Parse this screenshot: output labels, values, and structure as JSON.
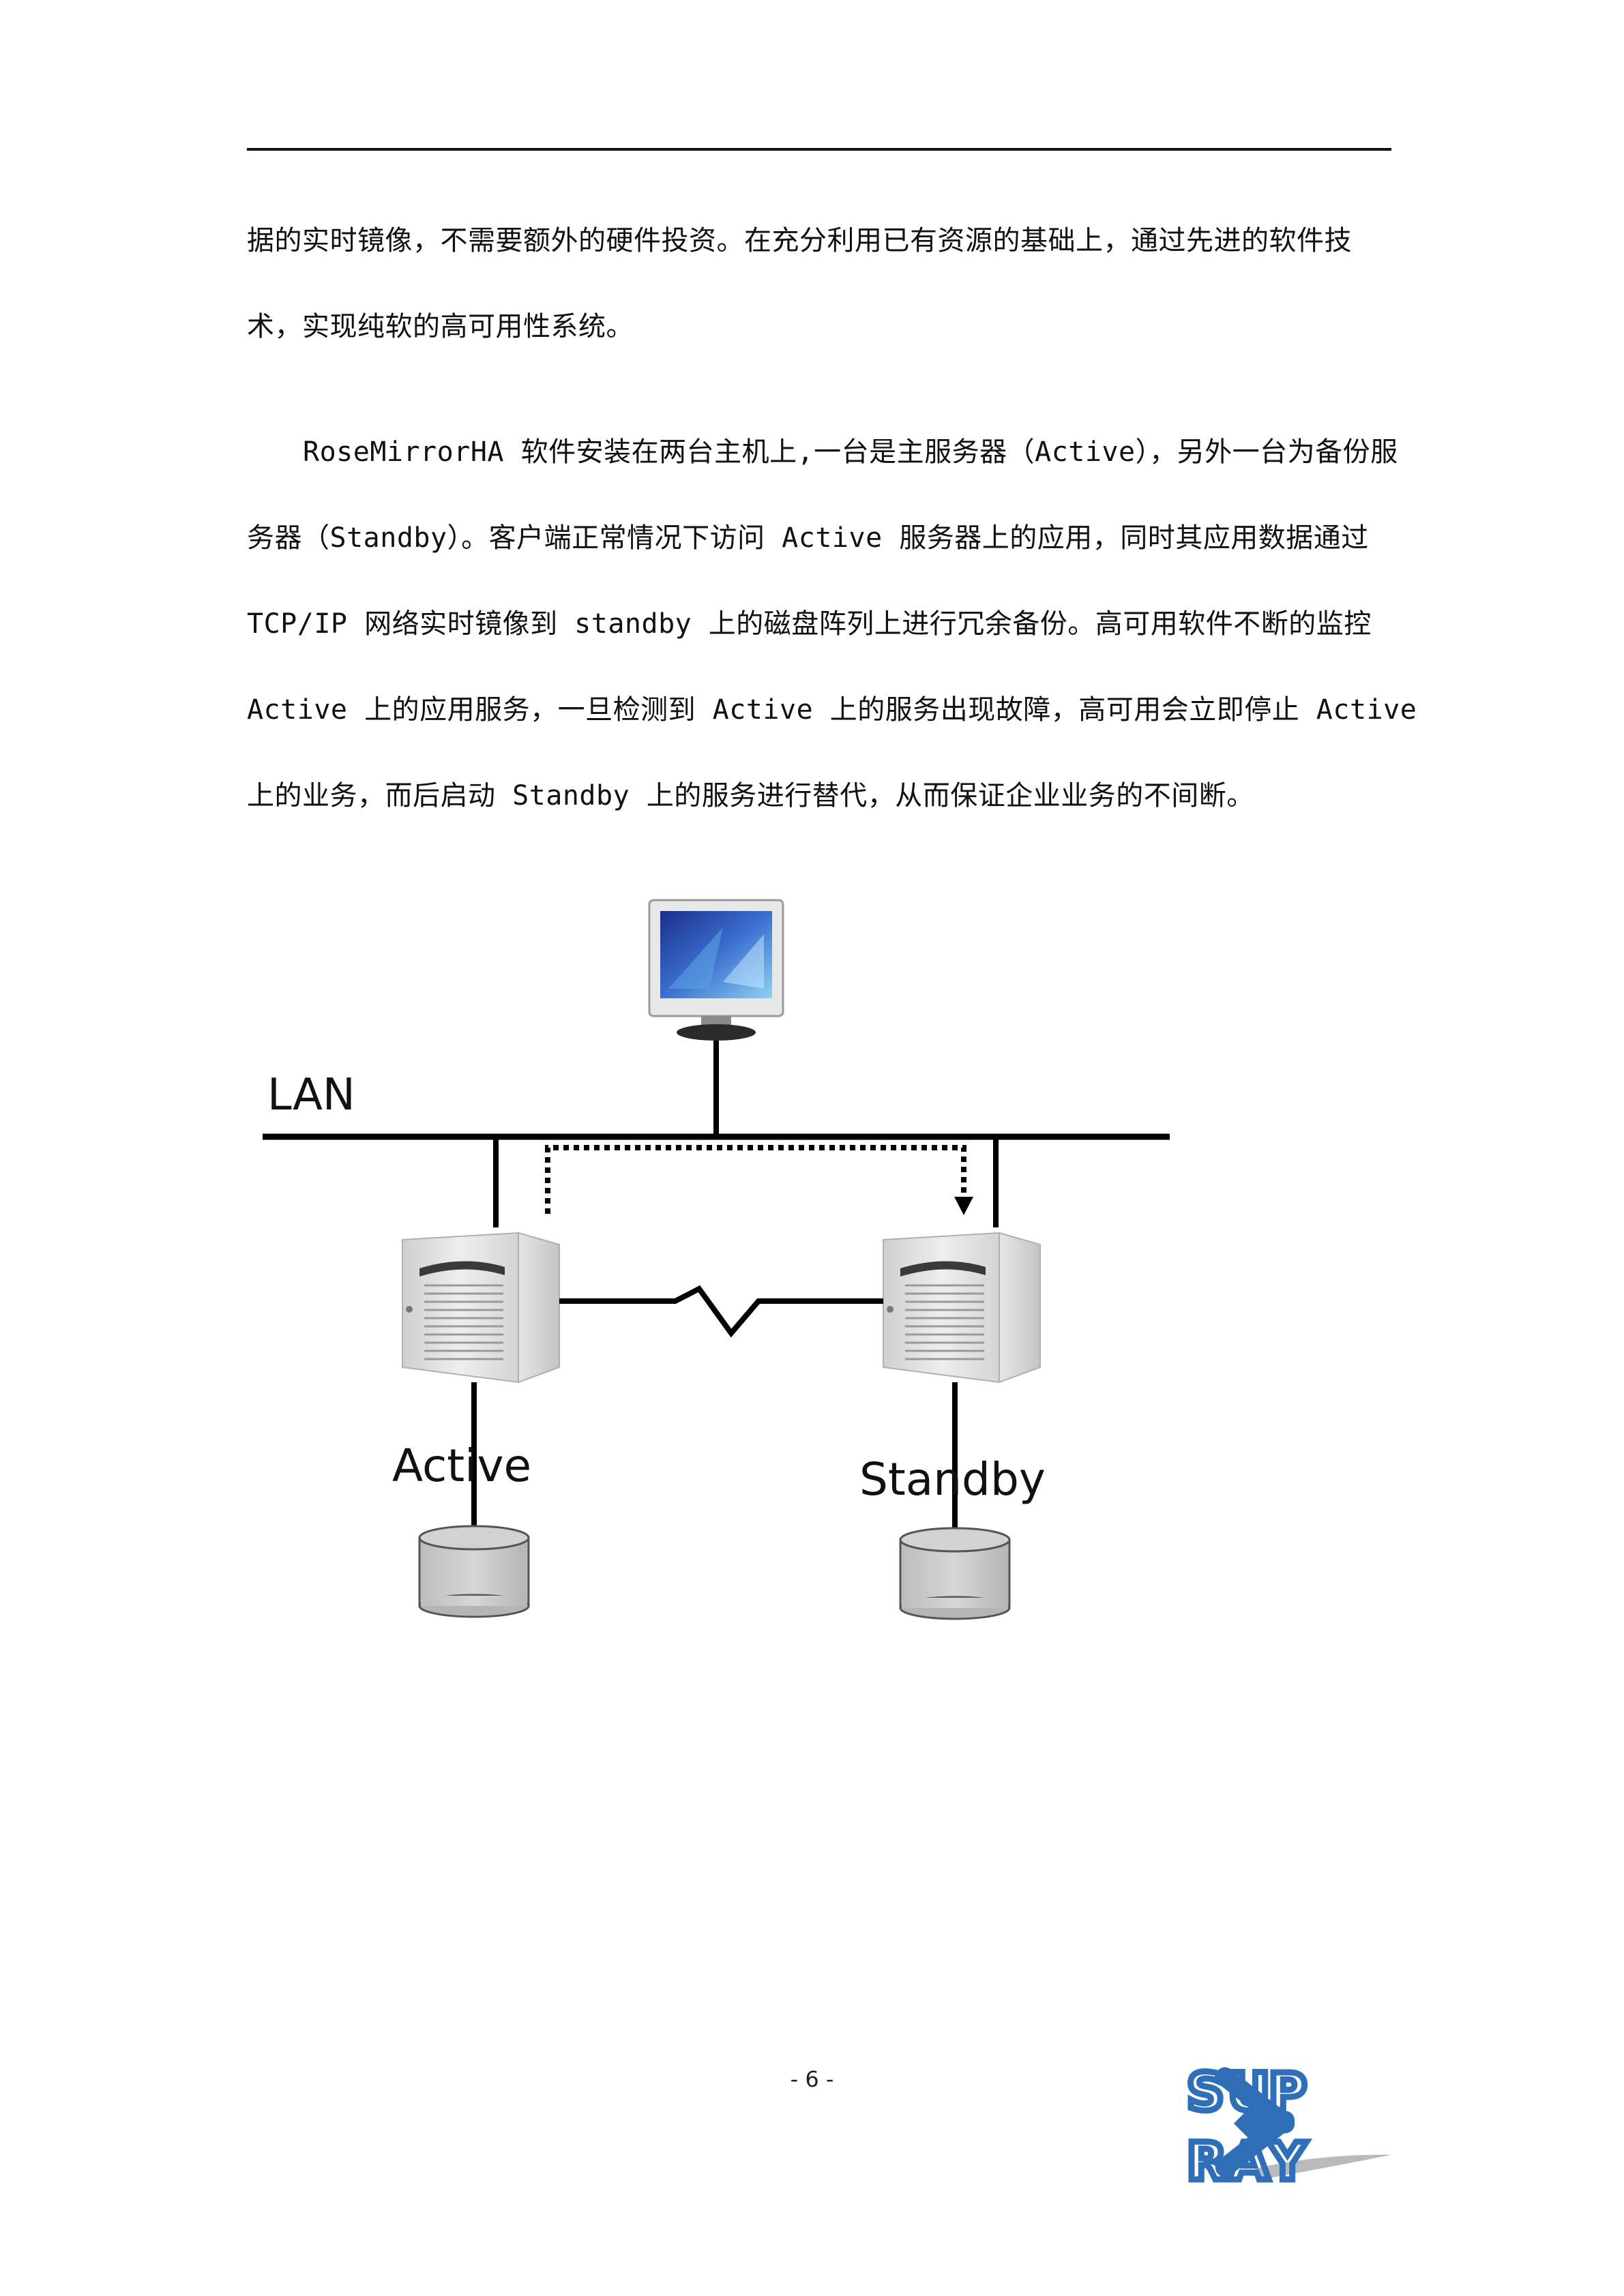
{
  "paragraph1": {
    "lines": [
      "据的实时镜像，不需要额外的硬件投资。在充分利用已有资源的基础上，通过先进的软件技",
      "术，实现纯软的高可用性系统。"
    ]
  },
  "paragraph2": {
    "lines": [
      "RoseMirrorHA 软件安装在两台主机上,一台是主服务器（Active），另外一台为备份服",
      "务器（Standby）。客户端正常情况下访问 Active 服务器上的应用，同时其应用数据通过",
      "TCP/IP 网络实时镜像到 standby 上的磁盘阵列上进行冗余备份。高可用软件不断的监控",
      "Active 上的应用服务，一旦检测到 Active 上的服务出现故障，高可用会立即停止 Active",
      "上的业务，而后启动 Standby 上的服务进行替代，从而保证企业业务的不间断。"
    ]
  },
  "diagram": {
    "lan_label": "LAN",
    "active_label": "Active",
    "standby_label": "Standby"
  },
  "footer": {
    "page_number": "- 6 -",
    "logo_text": "SUPRAY"
  },
  "colors": {
    "logo_blue": "#2f6fb8",
    "server_gray": "#d9d9d9",
    "disk_gray": "#c8c8c8"
  }
}
